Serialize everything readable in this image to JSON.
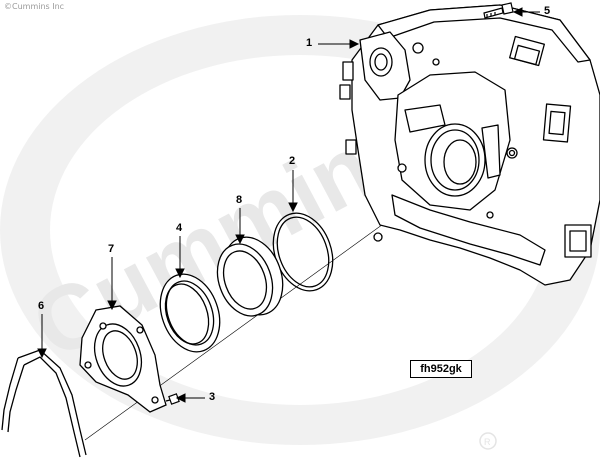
{
  "copyright": "©Cummins Inc",
  "watermark": {
    "brand": "Cummins",
    "color": "#ececec"
  },
  "figure_id": "fh952gk",
  "callouts": [
    {
      "id": "callout-1",
      "label": "1"
    },
    {
      "id": "callout-2",
      "label": "2"
    },
    {
      "id": "callout-3",
      "label": "3"
    },
    {
      "id": "callout-4",
      "label": "4"
    },
    {
      "id": "callout-5",
      "label": "5"
    },
    {
      "id": "callout-6",
      "label": "6"
    },
    {
      "id": "callout-7",
      "label": "7"
    },
    {
      "id": "callout-8",
      "label": "8"
    }
  ],
  "parts": {
    "part-1": "flywheel-housing",
    "part-2": "o-ring",
    "part-3": "capscrew",
    "part-4": "ring",
    "part-5": "capscrew",
    "part-6": "gasket",
    "part-7": "seal-carrier",
    "part-8": "wear-sleeve"
  },
  "colors": {
    "line": "#000000",
    "background": "#ffffff"
  }
}
